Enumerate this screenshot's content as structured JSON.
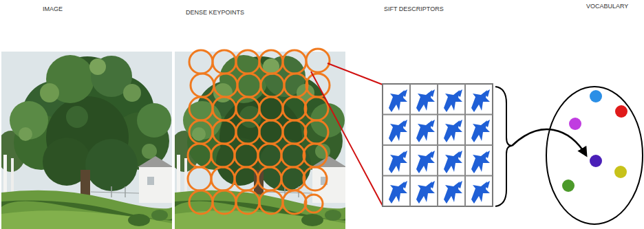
{
  "diagram": {
    "labels": [
      "IMAGE",
      "DENSE KEYPOINTS",
      "SIFT DESCRIPTORS",
      "VOCABULARY"
    ]
  }
}
